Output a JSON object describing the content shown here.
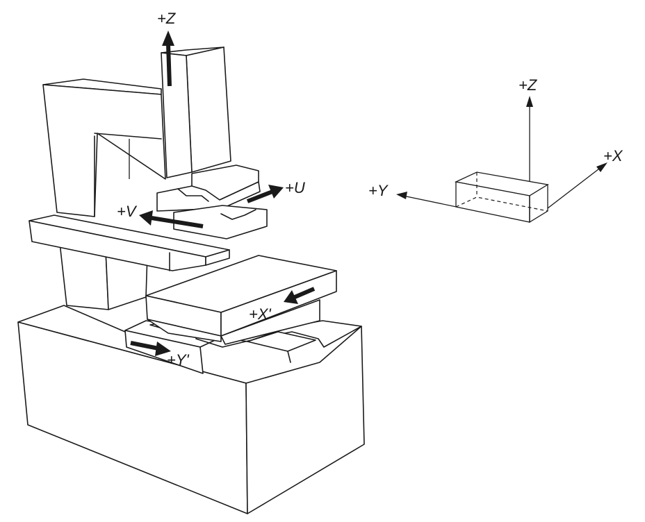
{
  "machine_axes": {
    "z": "+Z",
    "u": "+U",
    "v": "+V",
    "x_prime": "+X'",
    "y_prime": "+Y'"
  },
  "workpiece_axes": {
    "z": "+Z",
    "x": "+X",
    "y": "+Y"
  },
  "colors": {
    "line": "#1a1a1a",
    "background": "#ffffff"
  }
}
